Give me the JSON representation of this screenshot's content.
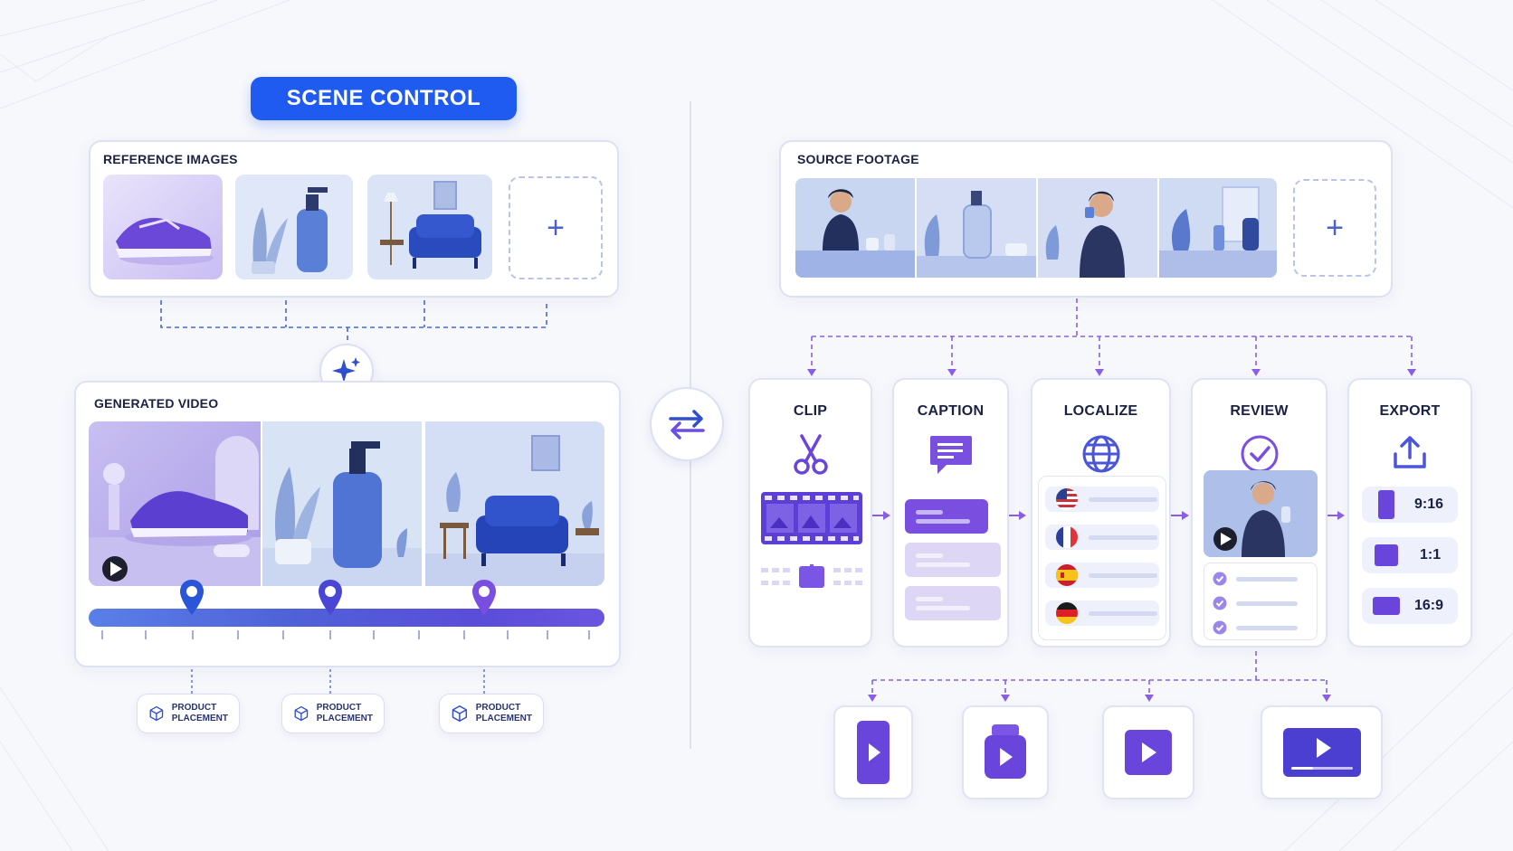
{
  "title": "SCENE CONTROL",
  "left": {
    "reference_label": "REFERENCE IMAGES",
    "reference_images": [
      "sneaker",
      "soap-bottle",
      "armchair"
    ],
    "add_symbol": "+",
    "generated_label": "GENERATED VIDEO",
    "placements": [
      {
        "label": "PRODUCT\nPLACEMENT"
      },
      {
        "label": "PRODUCT\nPLACEMENT"
      },
      {
        "label": "PRODUCT\nPLACEMENT"
      }
    ]
  },
  "right": {
    "source_label": "SOURCE FOOTAGE",
    "add_symbol": "+",
    "stages": [
      {
        "title": "CLIP",
        "icon": "scissors-icon"
      },
      {
        "title": "CAPTION",
        "icon": "speech-bubble-icon"
      },
      {
        "title": "LOCALIZE",
        "icon": "globe-icon"
      },
      {
        "title": "REVIEW",
        "icon": "check-circle-icon"
      },
      {
        "title": "EXPORT",
        "icon": "upload-icon"
      }
    ],
    "ratios": [
      "9:16",
      "1:1",
      "16:9"
    ],
    "outputs": [
      "phone-play-icon",
      "stories-play-icon",
      "square-play-icon",
      "desktop-video-icon"
    ]
  },
  "colors": {
    "accent_blue": "#1f5bf0",
    "accent_purple": "#6c4fe0",
    "connector_blue": "#4a67d6",
    "connector_purple": "#8a5fe6"
  }
}
